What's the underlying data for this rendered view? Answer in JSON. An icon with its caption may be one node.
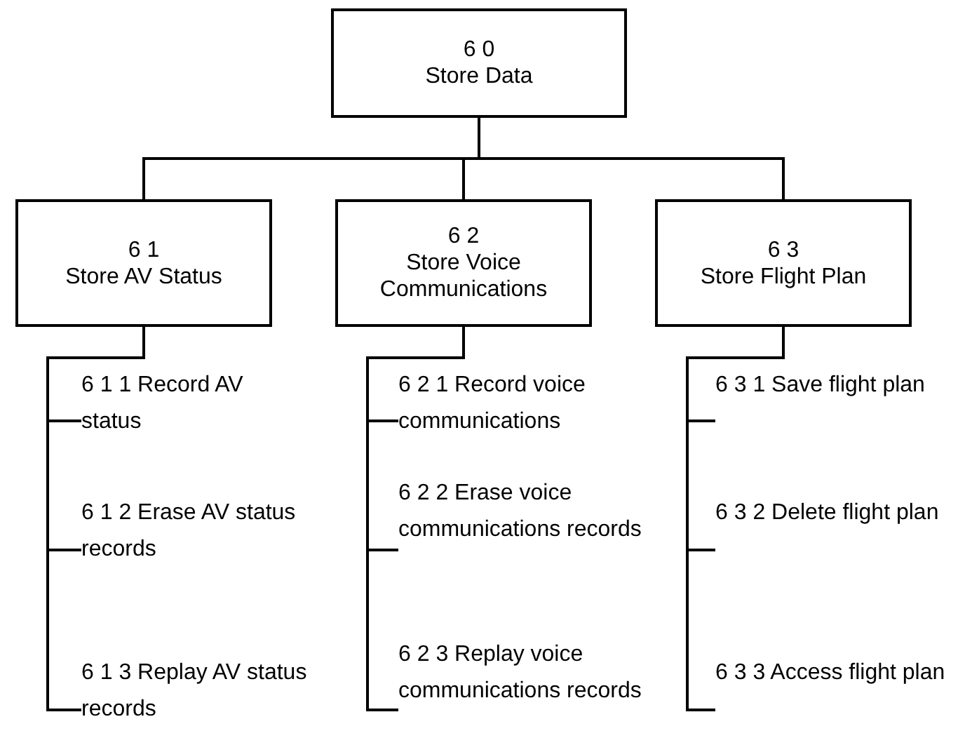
{
  "diagram": {
    "nodes": [
      {
        "text": [
          "6 0",
          "Store Data"
        ]
      },
      {
        "text": [
          "6 1",
          "Store AV Status"
        ]
      },
      {
        "text": [
          "6 2",
          "Store Voice Communications"
        ]
      },
      {
        "text": [
          "6 3",
          "Store Flight Plan"
        ]
      },
      {
        "text": [
          "6 1 1 Record AV status"
        ]
      },
      {
        "text": [
          "6 1 2 Erase AV status records"
        ]
      },
      {
        "text": [
          "6 1 3 Replay AV status records"
        ]
      },
      {
        "text": [
          "6 2 1 Record voice communications"
        ]
      },
      {
        "text": [
          "6 2 2 Erase voice communications records"
        ]
      },
      {
        "text": [
          "6 2 3 Replay voice communications records"
        ]
      },
      {
        "text": [
          "6 3 1 Save flight plan"
        ]
      },
      {
        "text": [
          "6 3 2 Delete flight plan"
        ]
      },
      {
        "text": [
          "6 3 3 Access flight plan"
        ]
      }
    ],
    "edges": [
      {
        "from": 0,
        "to": 1,
        "arrow": "none"
      },
      {
        "from": 0,
        "to": 2,
        "arrow": "none"
      },
      {
        "from": 0,
        "to": 3,
        "arrow": "none"
      },
      {
        "from": 1,
        "to": 4,
        "arrow": "none"
      },
      {
        "from": 1,
        "to": 5,
        "arrow": "none"
      },
      {
        "from": 1,
        "to": 6,
        "arrow": "none"
      },
      {
        "from": 2,
        "to": 7,
        "arrow": "none"
      },
      {
        "from": 2,
        "to": 8,
        "arrow": "none"
      },
      {
        "from": 2,
        "to": 9,
        "arrow": "none"
      },
      {
        "from": 3,
        "to": 10,
        "arrow": "none"
      },
      {
        "from": 3,
        "to": 11,
        "arrow": "none"
      },
      {
        "from": 3,
        "to": 12,
        "arrow": "none"
      }
    ]
  }
}
